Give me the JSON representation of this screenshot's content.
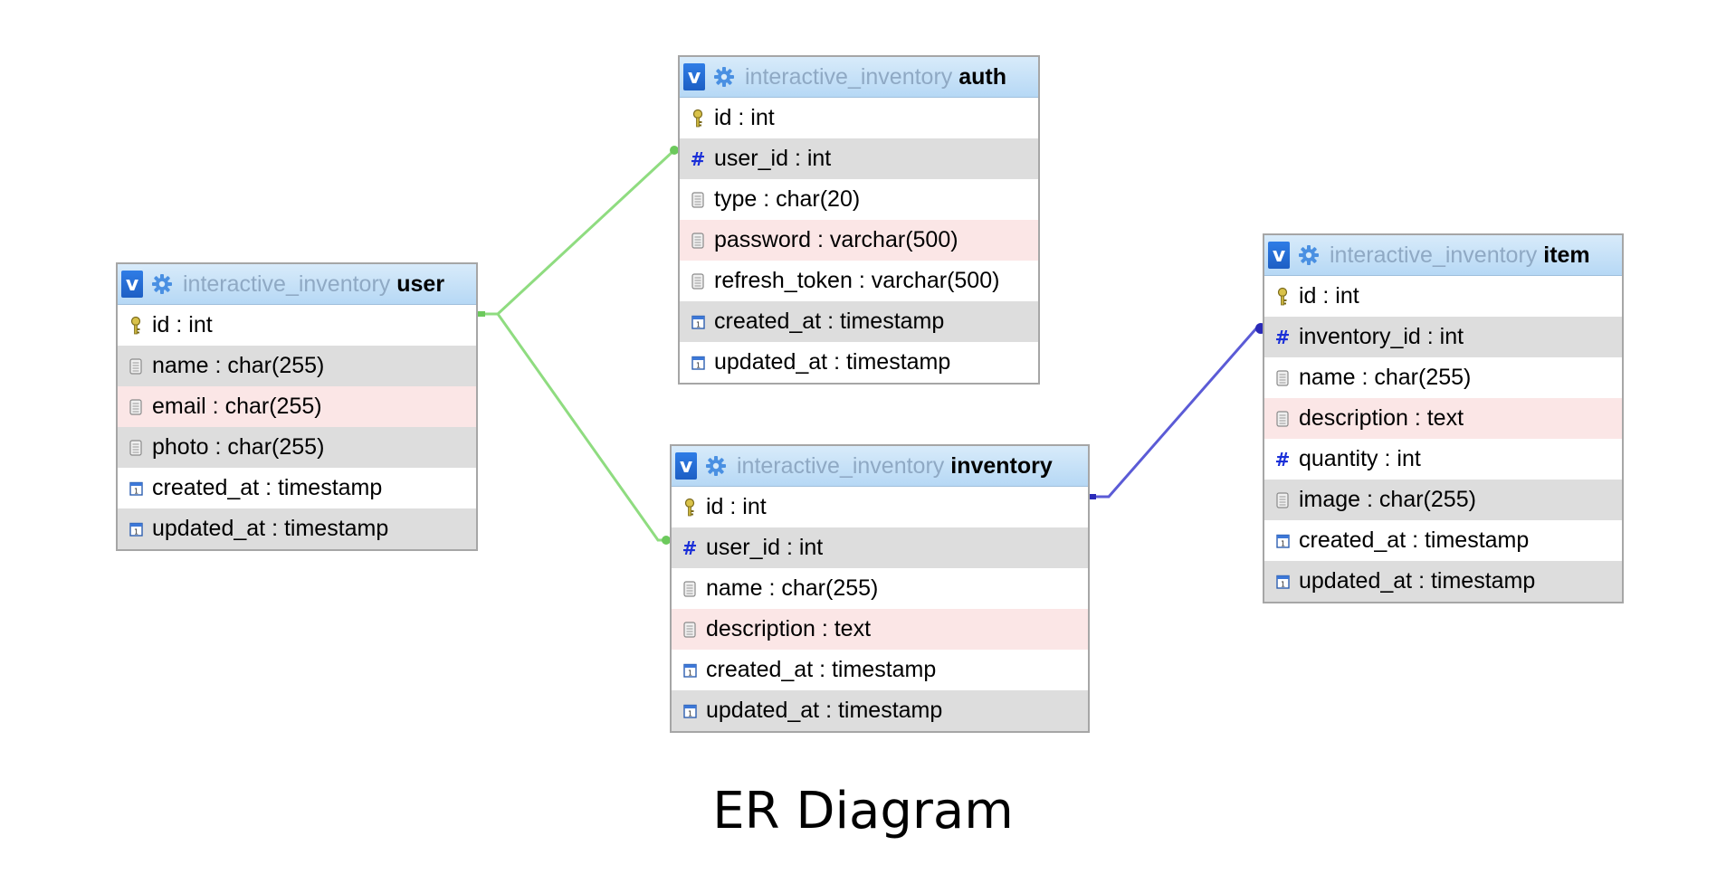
{
  "title": "ER Diagram",
  "tables": {
    "user": {
      "schema": "interactive_inventory",
      "name": "user",
      "rows": [
        {
          "text": "id : int",
          "icon": "key-icon",
          "bg": "plain"
        },
        {
          "text": "name : char(255)",
          "icon": "column-icon",
          "bg": "alt"
        },
        {
          "text": "email : char(255)",
          "icon": "column-icon",
          "bg": "idx"
        },
        {
          "text": "photo : char(255)",
          "icon": "column-icon",
          "bg": "alt"
        },
        {
          "text": "created_at : timestamp",
          "icon": "timestamp-icon",
          "bg": "plain"
        },
        {
          "text": "updated_at : timestamp",
          "icon": "timestamp-icon",
          "bg": "alt"
        }
      ]
    },
    "auth": {
      "schema": "interactive_inventory",
      "name": "auth",
      "rows": [
        {
          "text": "id : int",
          "icon": "key-icon",
          "bg": "plain"
        },
        {
          "text": "user_id : int",
          "icon": "foreign-key-icon",
          "bg": "alt"
        },
        {
          "text": "type : char(20)",
          "icon": "column-icon",
          "bg": "plain"
        },
        {
          "text": "password : varchar(500)",
          "icon": "column-icon",
          "bg": "idx"
        },
        {
          "text": "refresh_token : varchar(500)",
          "icon": "column-icon",
          "bg": "plain"
        },
        {
          "text": "created_at : timestamp",
          "icon": "timestamp-icon",
          "bg": "alt"
        },
        {
          "text": "updated_at : timestamp",
          "icon": "timestamp-icon",
          "bg": "plain"
        }
      ]
    },
    "inventory": {
      "schema": "interactive_inventory",
      "name": "inventory",
      "rows": [
        {
          "text": "id : int",
          "icon": "key-icon",
          "bg": "plain"
        },
        {
          "text": "user_id : int",
          "icon": "foreign-key-icon",
          "bg": "alt"
        },
        {
          "text": "name : char(255)",
          "icon": "column-icon",
          "bg": "plain"
        },
        {
          "text": "description : text",
          "icon": "column-icon",
          "bg": "idx"
        },
        {
          "text": "created_at : timestamp",
          "icon": "timestamp-icon",
          "bg": "plain"
        },
        {
          "text": "updated_at : timestamp",
          "icon": "timestamp-icon",
          "bg": "alt"
        }
      ]
    },
    "item": {
      "schema": "interactive_inventory",
      "name": "item",
      "rows": [
        {
          "text": "id : int",
          "icon": "key-icon",
          "bg": "plain"
        },
        {
          "text": "inventory_id : int",
          "icon": "foreign-key-icon",
          "bg": "alt"
        },
        {
          "text": "name : char(255)",
          "icon": "column-icon",
          "bg": "plain"
        },
        {
          "text": "description : text",
          "icon": "column-icon",
          "bg": "idx"
        },
        {
          "text": "quantity : int",
          "icon": "foreign-key-icon",
          "bg": "plain"
        },
        {
          "text": "image : char(255)",
          "icon": "column-icon",
          "bg": "alt"
        },
        {
          "text": "created_at : timestamp",
          "icon": "timestamp-icon",
          "bg": "plain"
        },
        {
          "text": "updated_at : timestamp",
          "icon": "timestamp-icon",
          "bg": "alt"
        }
      ]
    }
  },
  "relations": [
    {
      "from": "user.id",
      "to": "auth.user_id",
      "color": "#8fdc80"
    },
    {
      "from": "user.id",
      "to": "inventory.user_id",
      "color": "#8fdc80"
    },
    {
      "from": "inventory.id",
      "to": "item.inventory_id",
      "color": "#5b5bd6"
    }
  ]
}
